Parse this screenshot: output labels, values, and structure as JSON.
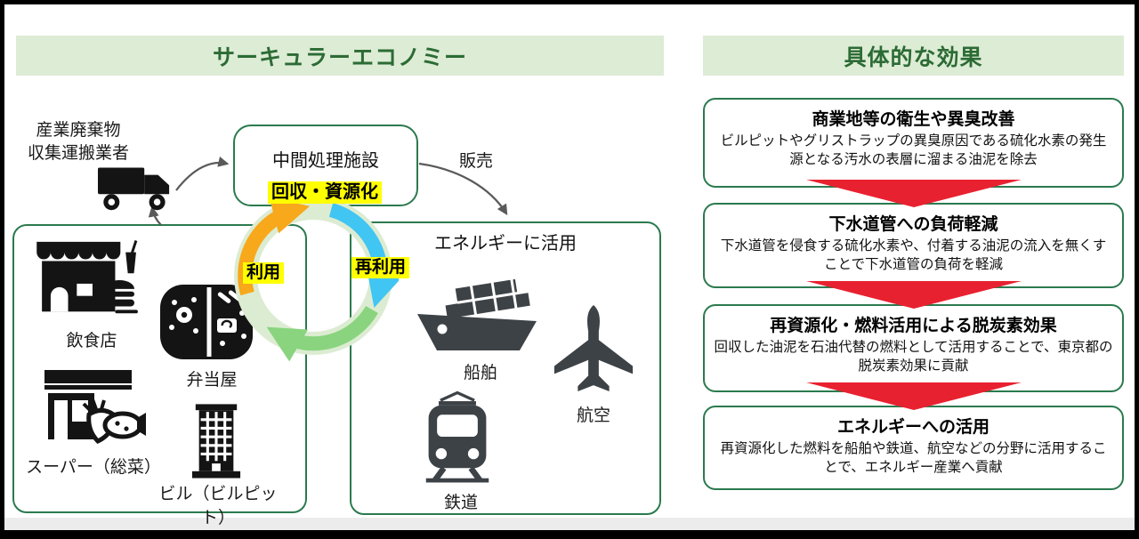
{
  "colors": {
    "banner_bg": "#ddecd5",
    "banner_text": "#2c6b35",
    "box_border": "#2b7a4e",
    "highlight_yellow": "#ffff00",
    "red_arrow": "#e82130",
    "cycle_orange": "#f7a81b",
    "cycle_blue": "#41c5f2",
    "cycle_green": "#8ad47f",
    "cycle_ring": "#dcecd2",
    "icon_black": "#141414",
    "icon_gray": "#3d4246",
    "connector_gray": "#5a5a5a"
  },
  "left_panel": {
    "title": "サーキュラーエコノミー",
    "collector": {
      "line1": "産業廃棄物",
      "line2": "収集運搬業者"
    },
    "facility_label": "中間処理施設",
    "labels": {
      "recovery": "回収・資源化",
      "sale": "販売",
      "use": "利用",
      "reuse": "再利用"
    },
    "sources_box": {
      "items": [
        {
          "label": "飲食店",
          "icon": "restaurant-icon"
        },
        {
          "label": "弁当屋",
          "icon": "bento-icon"
        },
        {
          "label": "スーパー（総菜）",
          "icon": "supermarket-icon"
        },
        {
          "label": "ビル（ビルピット）",
          "icon": "building-icon"
        }
      ]
    },
    "energy_box": {
      "title": "エネルギーに活用",
      "items": [
        {
          "label": "船舶",
          "icon": "ship-icon"
        },
        {
          "label": "航空",
          "icon": "airplane-icon"
        },
        {
          "label": "鉄道",
          "icon": "train-icon"
        }
      ]
    }
  },
  "right_panel": {
    "title": "具体的な効果",
    "effects": [
      {
        "title": "商業地等の衛生や異臭改善",
        "body": "ビルピットやグリストラップの異臭原因である硫化水素の発生源となる汚水の表層に溜まる油泥を除去"
      },
      {
        "title": "下水道管への負荷軽減",
        "body": "下水道管を侵食する硫化水素や、付着する油泥の流入を無くすことで下水道管の負荷を軽減"
      },
      {
        "title": "再資源化・燃料活用による脱炭素効果",
        "body": "回収した油泥を石油代替の燃料として活用することで、東京都の脱炭素効果に貢献"
      },
      {
        "title": "エネルギーへの活用",
        "body": "再資源化した燃料を船舶や鉄道、航空などの分野に活用することで、エネルギー産業へ貢献"
      }
    ]
  }
}
